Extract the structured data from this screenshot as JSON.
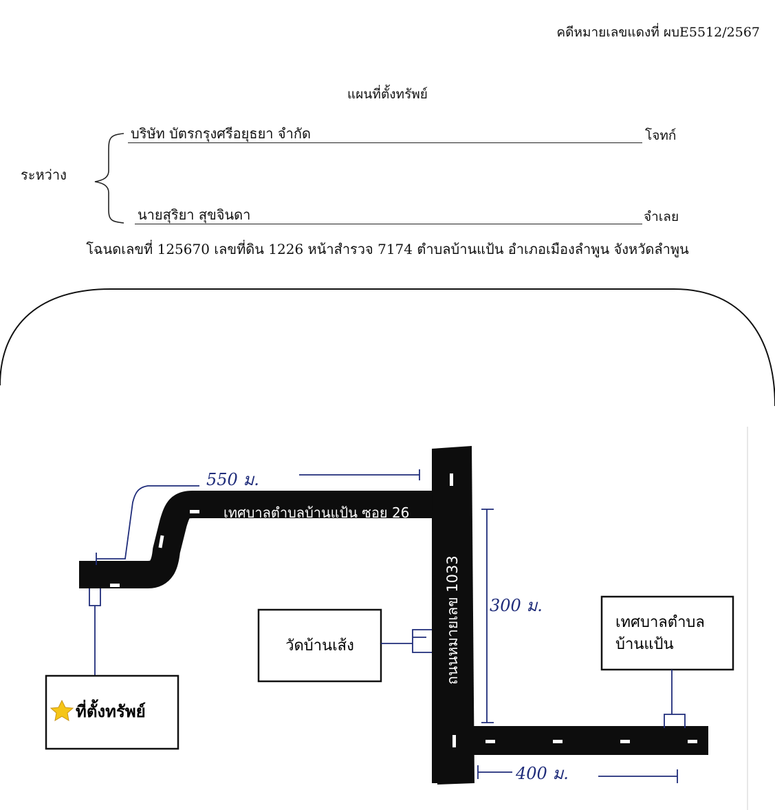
{
  "header": {
    "case_number": "คดีหมายเลขแดงที่ ผบE5512/2567",
    "title": "แผนที่ตั้งทรัพย์"
  },
  "parties": {
    "between_label": "ระหว่าง",
    "plaintiff_name": "บริษัท บัตรกรุงศรีอยุธยา จำกัด",
    "plaintiff_role": "โจทก์",
    "defendant_name": "นายสุริยา สุขจินดา",
    "defendant_role": "จำเลย"
  },
  "deed_line": "โฉนดเลขที่ 125670  เลขที่ดิน  1226 หน้าสำรวจ 7174  ตำบลบ้านแป้น  อำเภอเมืองลำพูน  จังหวัดลำพูน",
  "map": {
    "road_main_label": "ถนนหมายเลข 1033",
    "road_soi_label": "เทศบาลตำบลบ้านแป้น ซอย 26",
    "temple_label": "วัดบ้านเส้ง",
    "office_label_line1": "เทศบาลตำบล",
    "office_label_line2": "บ้านแป้น",
    "property_label": "ที่ตั้งทรัพย์",
    "property_icon": "star-icon",
    "dist_550": "550 ม.",
    "dist_300": "300 ม.",
    "dist_400": "400 ม.",
    "colors": {
      "road": "#0d0d0d",
      "ink": "#1f2c7a",
      "star": "#f5c518"
    }
  }
}
